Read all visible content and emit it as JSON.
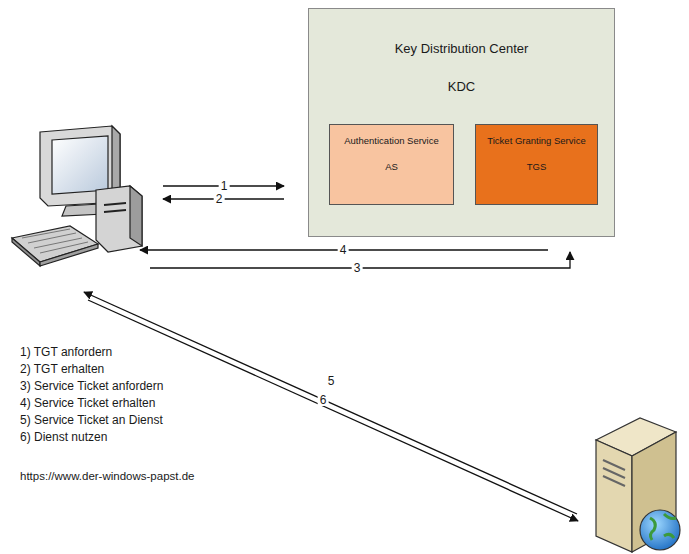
{
  "diagram": {
    "nodes": [
      {
        "text": [
          "Key Distribution Center",
          "KDC"
        ]
      },
      {
        "text": [
          "Authentication Service",
          "AS"
        ],
        "in": 0
      },
      {
        "text": [
          "Ticket Granting Service",
          "TGS"
        ],
        "in": 0
      }
    ],
    "labels": [
      "1",
      "2",
      "4",
      "3",
      "5",
      "6",
      "1) TGT anfordern",
      "2) TGT erhalten",
      "3) Service Ticket anfordern",
      "4) Service Ticket erhalten",
      "5) Service Ticket an Dienst",
      "6) Dienst nutzen",
      "https://www.der-windows-papst.de"
    ]
  }
}
